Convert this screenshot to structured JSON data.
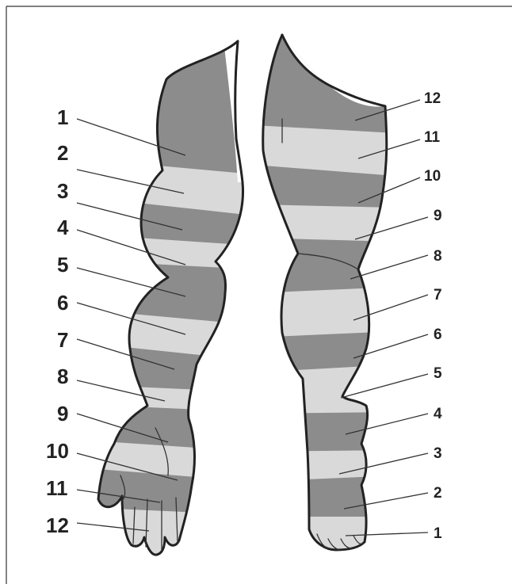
{
  "colors": {
    "band_dark": "#8c8c8c",
    "band_light": "#d9d9d9",
    "outline": "#222222",
    "background": "#ffffff"
  },
  "arm": {
    "labels": [
      "1",
      "2",
      "3",
      "4",
      "5",
      "6",
      "7",
      "8",
      "9",
      "10",
      "11",
      "12"
    ]
  },
  "leg": {
    "labels": [
      "12",
      "11",
      "10",
      "9",
      "8",
      "7",
      "6",
      "5",
      "4",
      "3",
      "2",
      "1"
    ]
  }
}
